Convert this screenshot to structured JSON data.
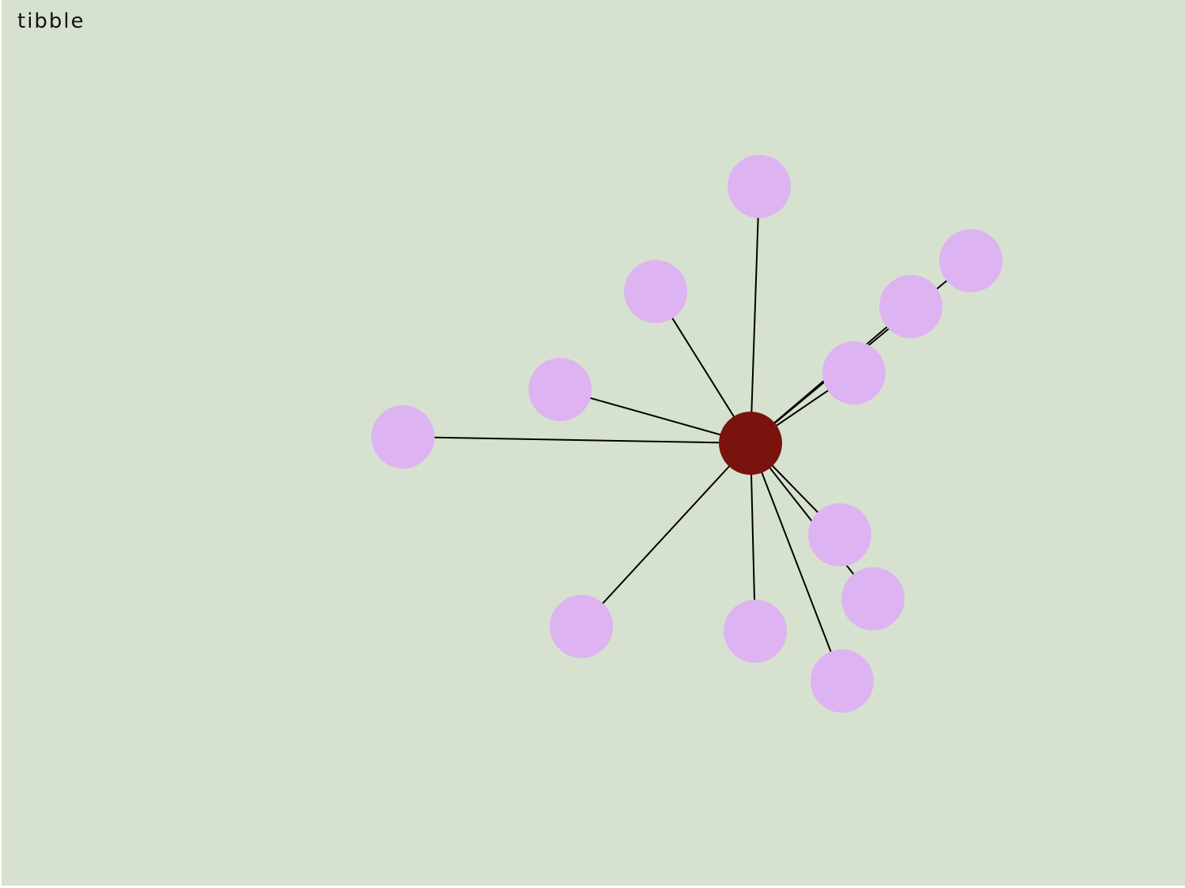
{
  "title": "tibble",
  "colors": {
    "background": "#d6e2cf",
    "center_node": "#7a130e",
    "leaf_node": "#deb3f1",
    "edge": "#000000"
  },
  "graph": {
    "center": "center",
    "nodes": [
      {
        "id": "center",
        "kind": "center"
      },
      {
        "id": "n1",
        "kind": "leaf"
      },
      {
        "id": "n2",
        "kind": "leaf"
      },
      {
        "id": "n3",
        "kind": "leaf"
      },
      {
        "id": "n4",
        "kind": "leaf"
      },
      {
        "id": "n5",
        "kind": "leaf"
      },
      {
        "id": "n6",
        "kind": "leaf"
      },
      {
        "id": "n7",
        "kind": "leaf"
      },
      {
        "id": "n8",
        "kind": "leaf"
      },
      {
        "id": "n9",
        "kind": "leaf"
      },
      {
        "id": "n10",
        "kind": "leaf"
      },
      {
        "id": "n11",
        "kind": "leaf"
      },
      {
        "id": "n12",
        "kind": "leaf"
      }
    ],
    "edges": [
      [
        "center",
        "n1"
      ],
      [
        "center",
        "n2"
      ],
      [
        "center",
        "n3"
      ],
      [
        "center",
        "n4"
      ],
      [
        "center",
        "n5"
      ],
      [
        "center",
        "n6"
      ],
      [
        "center",
        "n7"
      ],
      [
        "center",
        "n8"
      ],
      [
        "center",
        "n9"
      ],
      [
        "center",
        "n10"
      ],
      [
        "center",
        "n11"
      ],
      [
        "center",
        "n12"
      ]
    ]
  }
}
